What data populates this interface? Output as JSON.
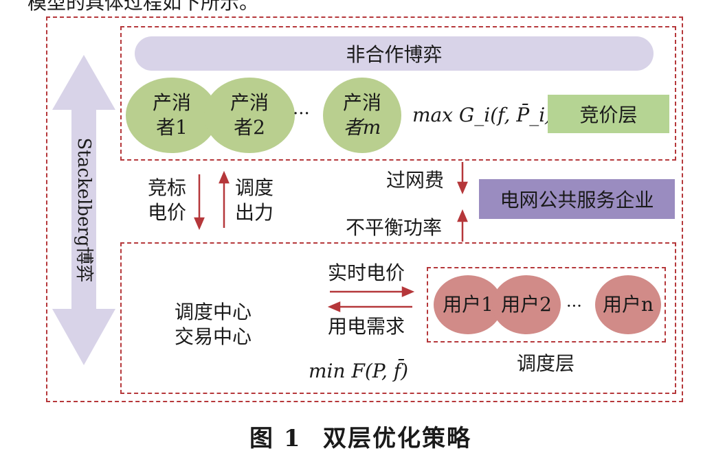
{
  "top_text": "模型的具体过程如下所示。",
  "banner": "非合作博弈",
  "prosumers": [
    {
      "line1": "产消",
      "line2": "者1"
    },
    {
      "line1": "产消",
      "line2": "者2"
    },
    {
      "line1": "产消",
      "line2": "者m"
    }
  ],
  "ellipsis": "···",
  "max_formula": "max G_i(f, P̄_i)",
  "bidding_layer": "竞价层",
  "stackelberg": "Stackelberg博弈",
  "bid_price": {
    "line1": "竞标",
    "line2": "电价"
  },
  "dispatch_output": {
    "line1": "调度",
    "line2": "出力"
  },
  "grid_fee": "过网费",
  "grid_company": "电网公共服务企业",
  "imbalance_power": "不平衡功率",
  "realtime_price": "实时电价",
  "power_demand": "用电需求",
  "center": {
    "line1": "调度中心",
    "line2": "交易中心"
  },
  "users": [
    "用户1",
    "用户2",
    "用户n"
  ],
  "min_formula": "min F(P, f̄)",
  "dispatch_layer": "调度层",
  "caption": {
    "fig": "图 1",
    "title": "双层优化策略"
  },
  "colors": {
    "dash": "#b5373a",
    "banner": "#d8d3e8",
    "green": "#b9cf8f",
    "red": "#d18b88",
    "purple": "#9a8cc0",
    "bid_green": "#b5d493"
  }
}
